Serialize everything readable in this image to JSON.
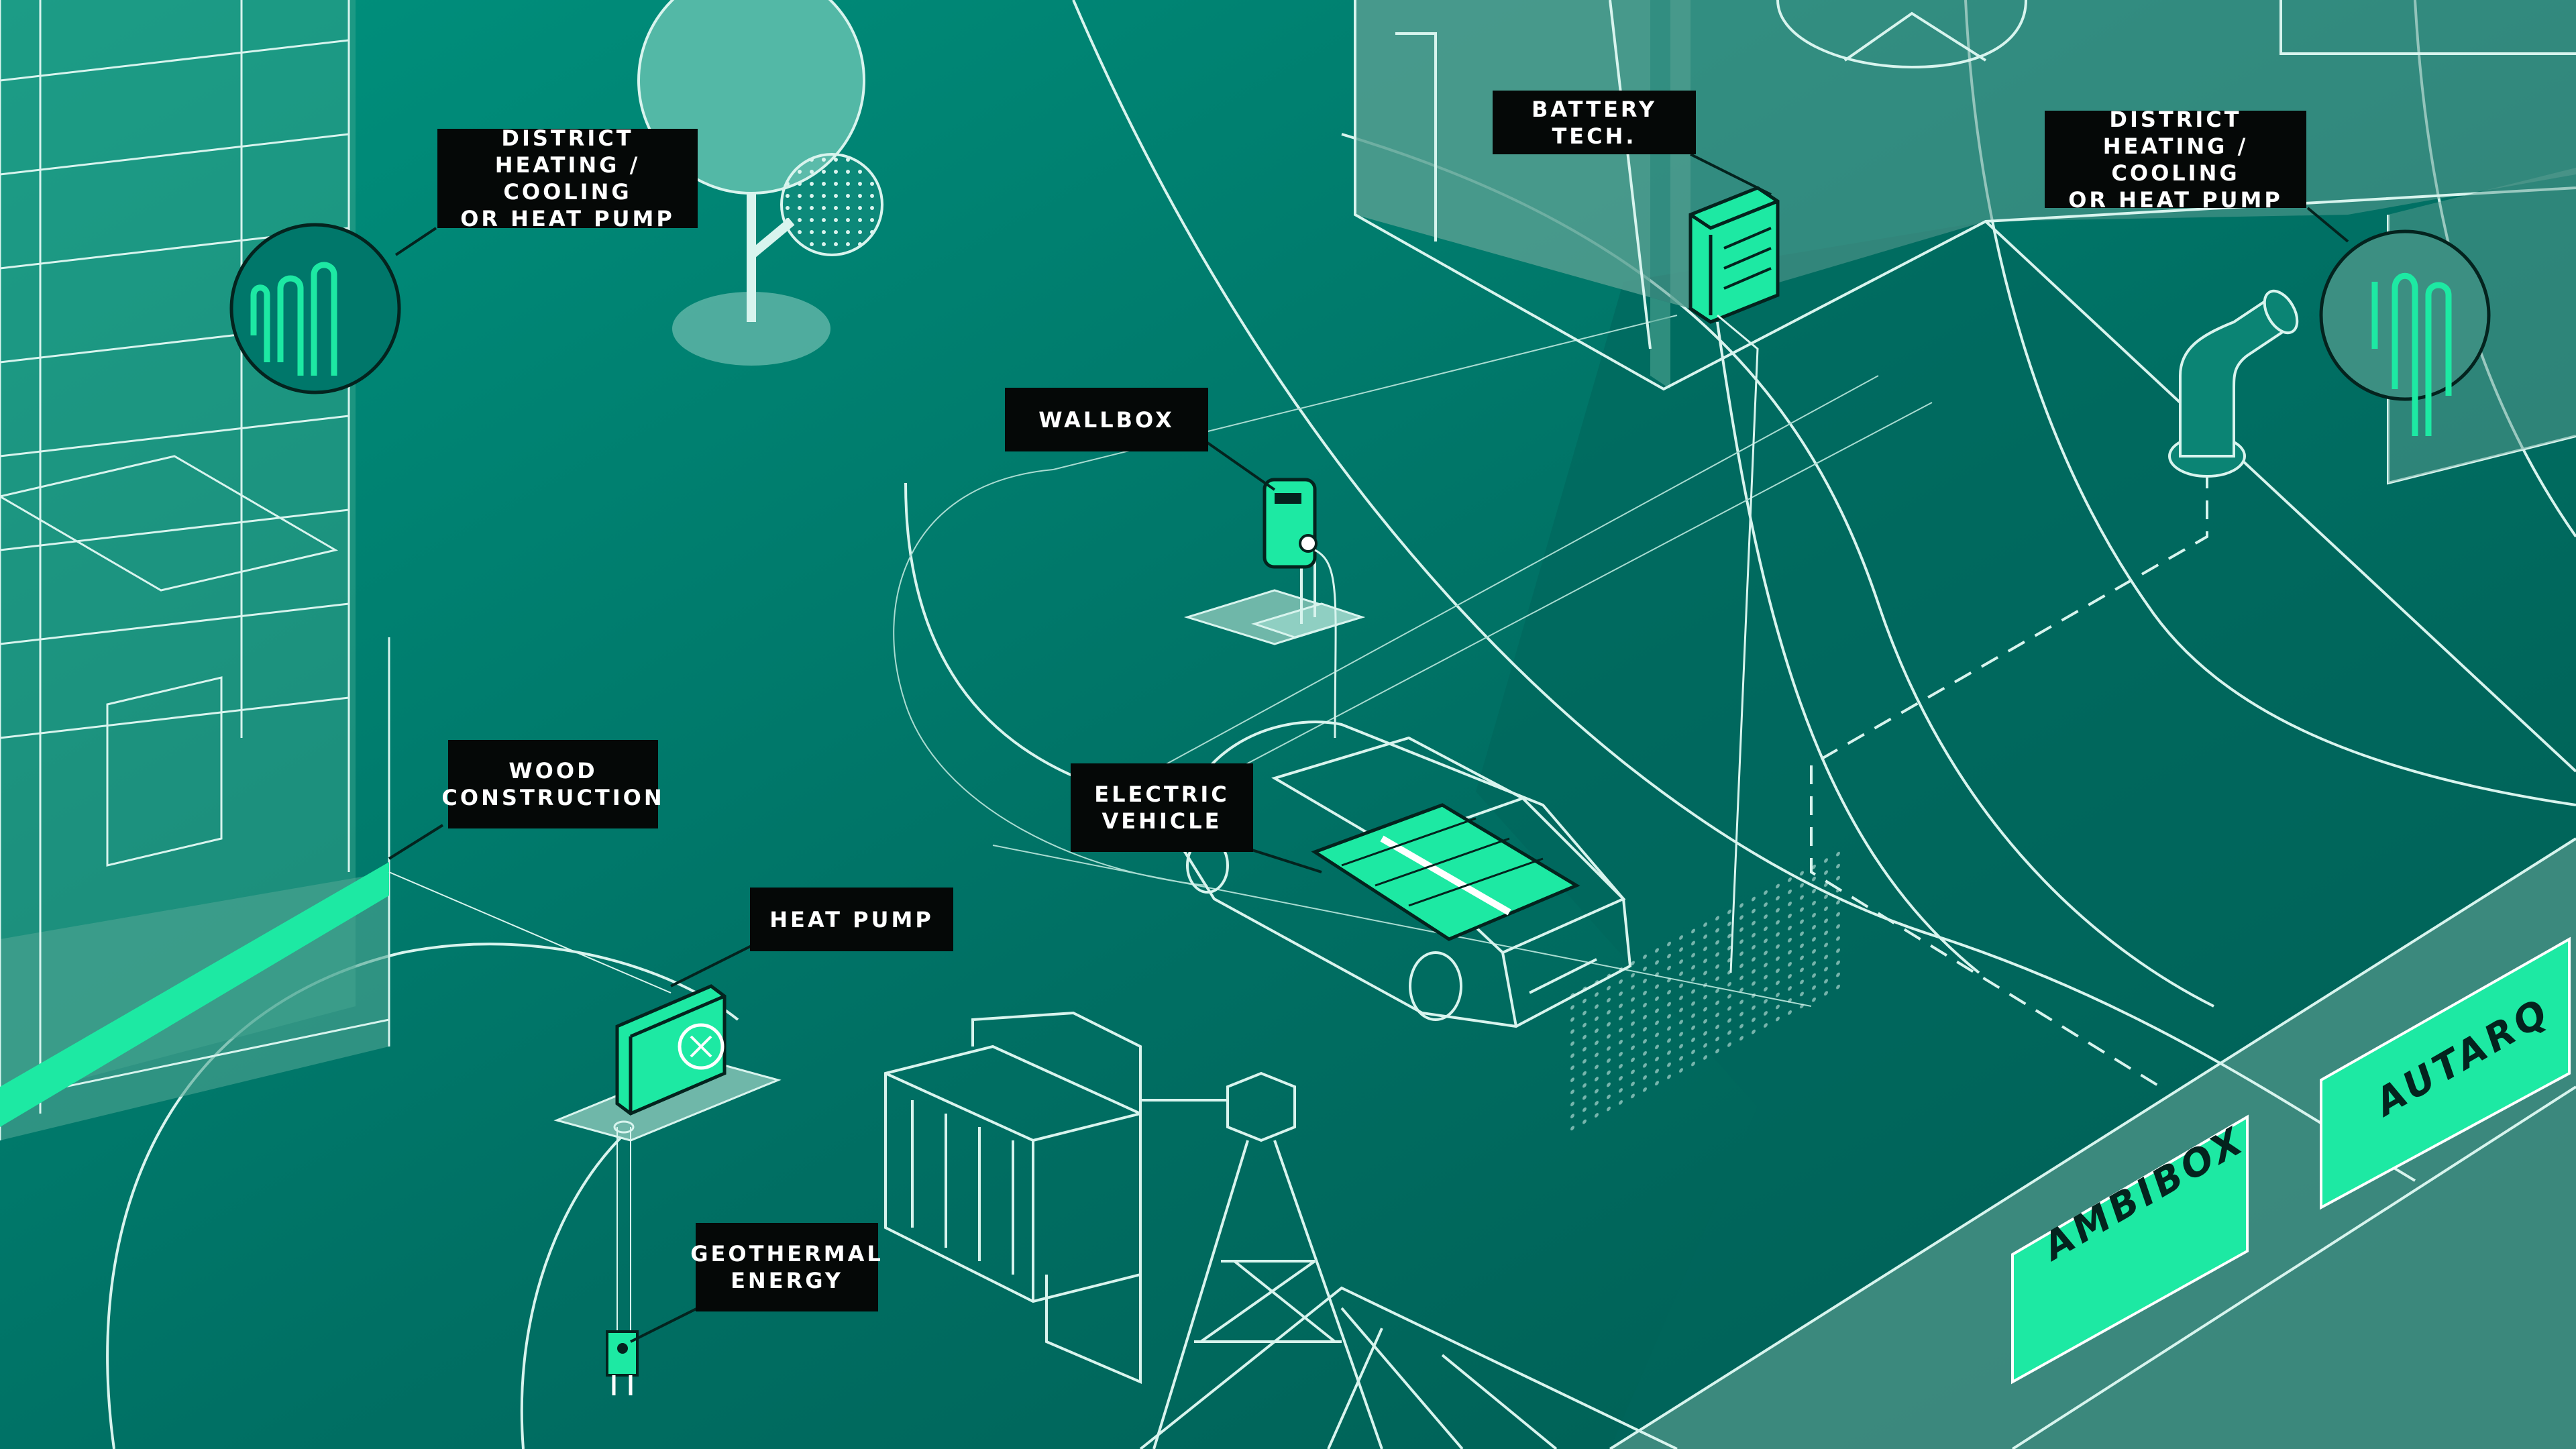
{
  "labels": {
    "district_left": "DISTRICT\nHEATING / COOLING\nOR HEAT PUMP",
    "battery": "BATTERY TECH.",
    "district_right": "DISTRICT\nHEATING / COOLING\nOR HEAT PUMP",
    "wallbox": "WALLBOX",
    "wood": "WOOD\nCONSTRUCTION",
    "electric_vehicle": "ELECTRIC\nVEHICLE",
    "heat_pump": "HEAT PUMP",
    "geothermal": "GEOTHERMAL\nENERGY"
  },
  "brands": {
    "ambibox": "AMBIBOX",
    "autarq": "AUTARQ"
  },
  "colors": {
    "background": "#00776a",
    "background_dark": "#005e54",
    "line": "#d8f4ee",
    "accent": "#1de9a3",
    "label_bg": "#050807"
  }
}
